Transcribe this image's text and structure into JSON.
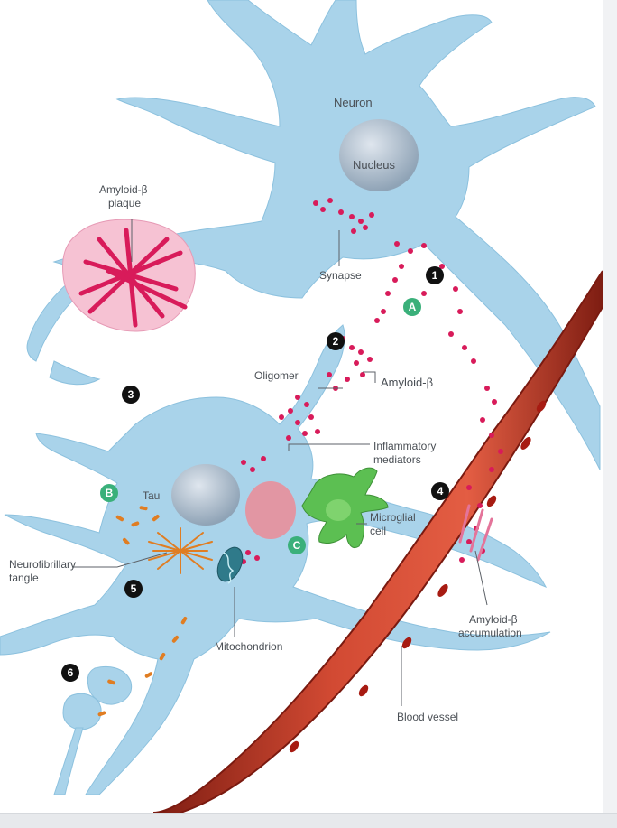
{
  "labels": {
    "neuron": "Neuron",
    "nucleus": "Nucleus",
    "amyloid_plaque_line1": "Amyloid-β",
    "amyloid_plaque_line2": "plaque",
    "synapse": "Synapse",
    "oligomer": "Oligomer",
    "amyloid_beta": "Amyloid-β",
    "inflammatory_line1": "Inflammatory",
    "inflammatory_line2": "mediators",
    "tau": "Tau",
    "microglial_line1": "Microglial",
    "microglial_line2": "cell",
    "neurofibrillary_line1": "Neurofibrillary",
    "neurofibrillary_line2": "tangle",
    "mitochondrion": "Mitochondrion",
    "accumulation_line1": "Amyloid-β",
    "accumulation_line2": "accumulation",
    "blood_vessel": "Blood vessel"
  },
  "step_badges": [
    "1",
    "2",
    "3",
    "4",
    "5",
    "6"
  ],
  "letter_badges": [
    "A",
    "B",
    "C"
  ],
  "colors": {
    "neuron": "#a9d3ea",
    "nucleus": "#9fb1c2",
    "amyloid": "#d81b5a",
    "plaque": "#f3b8cc",
    "tau": "#e07d22",
    "vessel": "#c0392b",
    "vessel_dark": "#8e2417",
    "microglia": "#5cbf52",
    "badge_green": "#3ab07a"
  }
}
